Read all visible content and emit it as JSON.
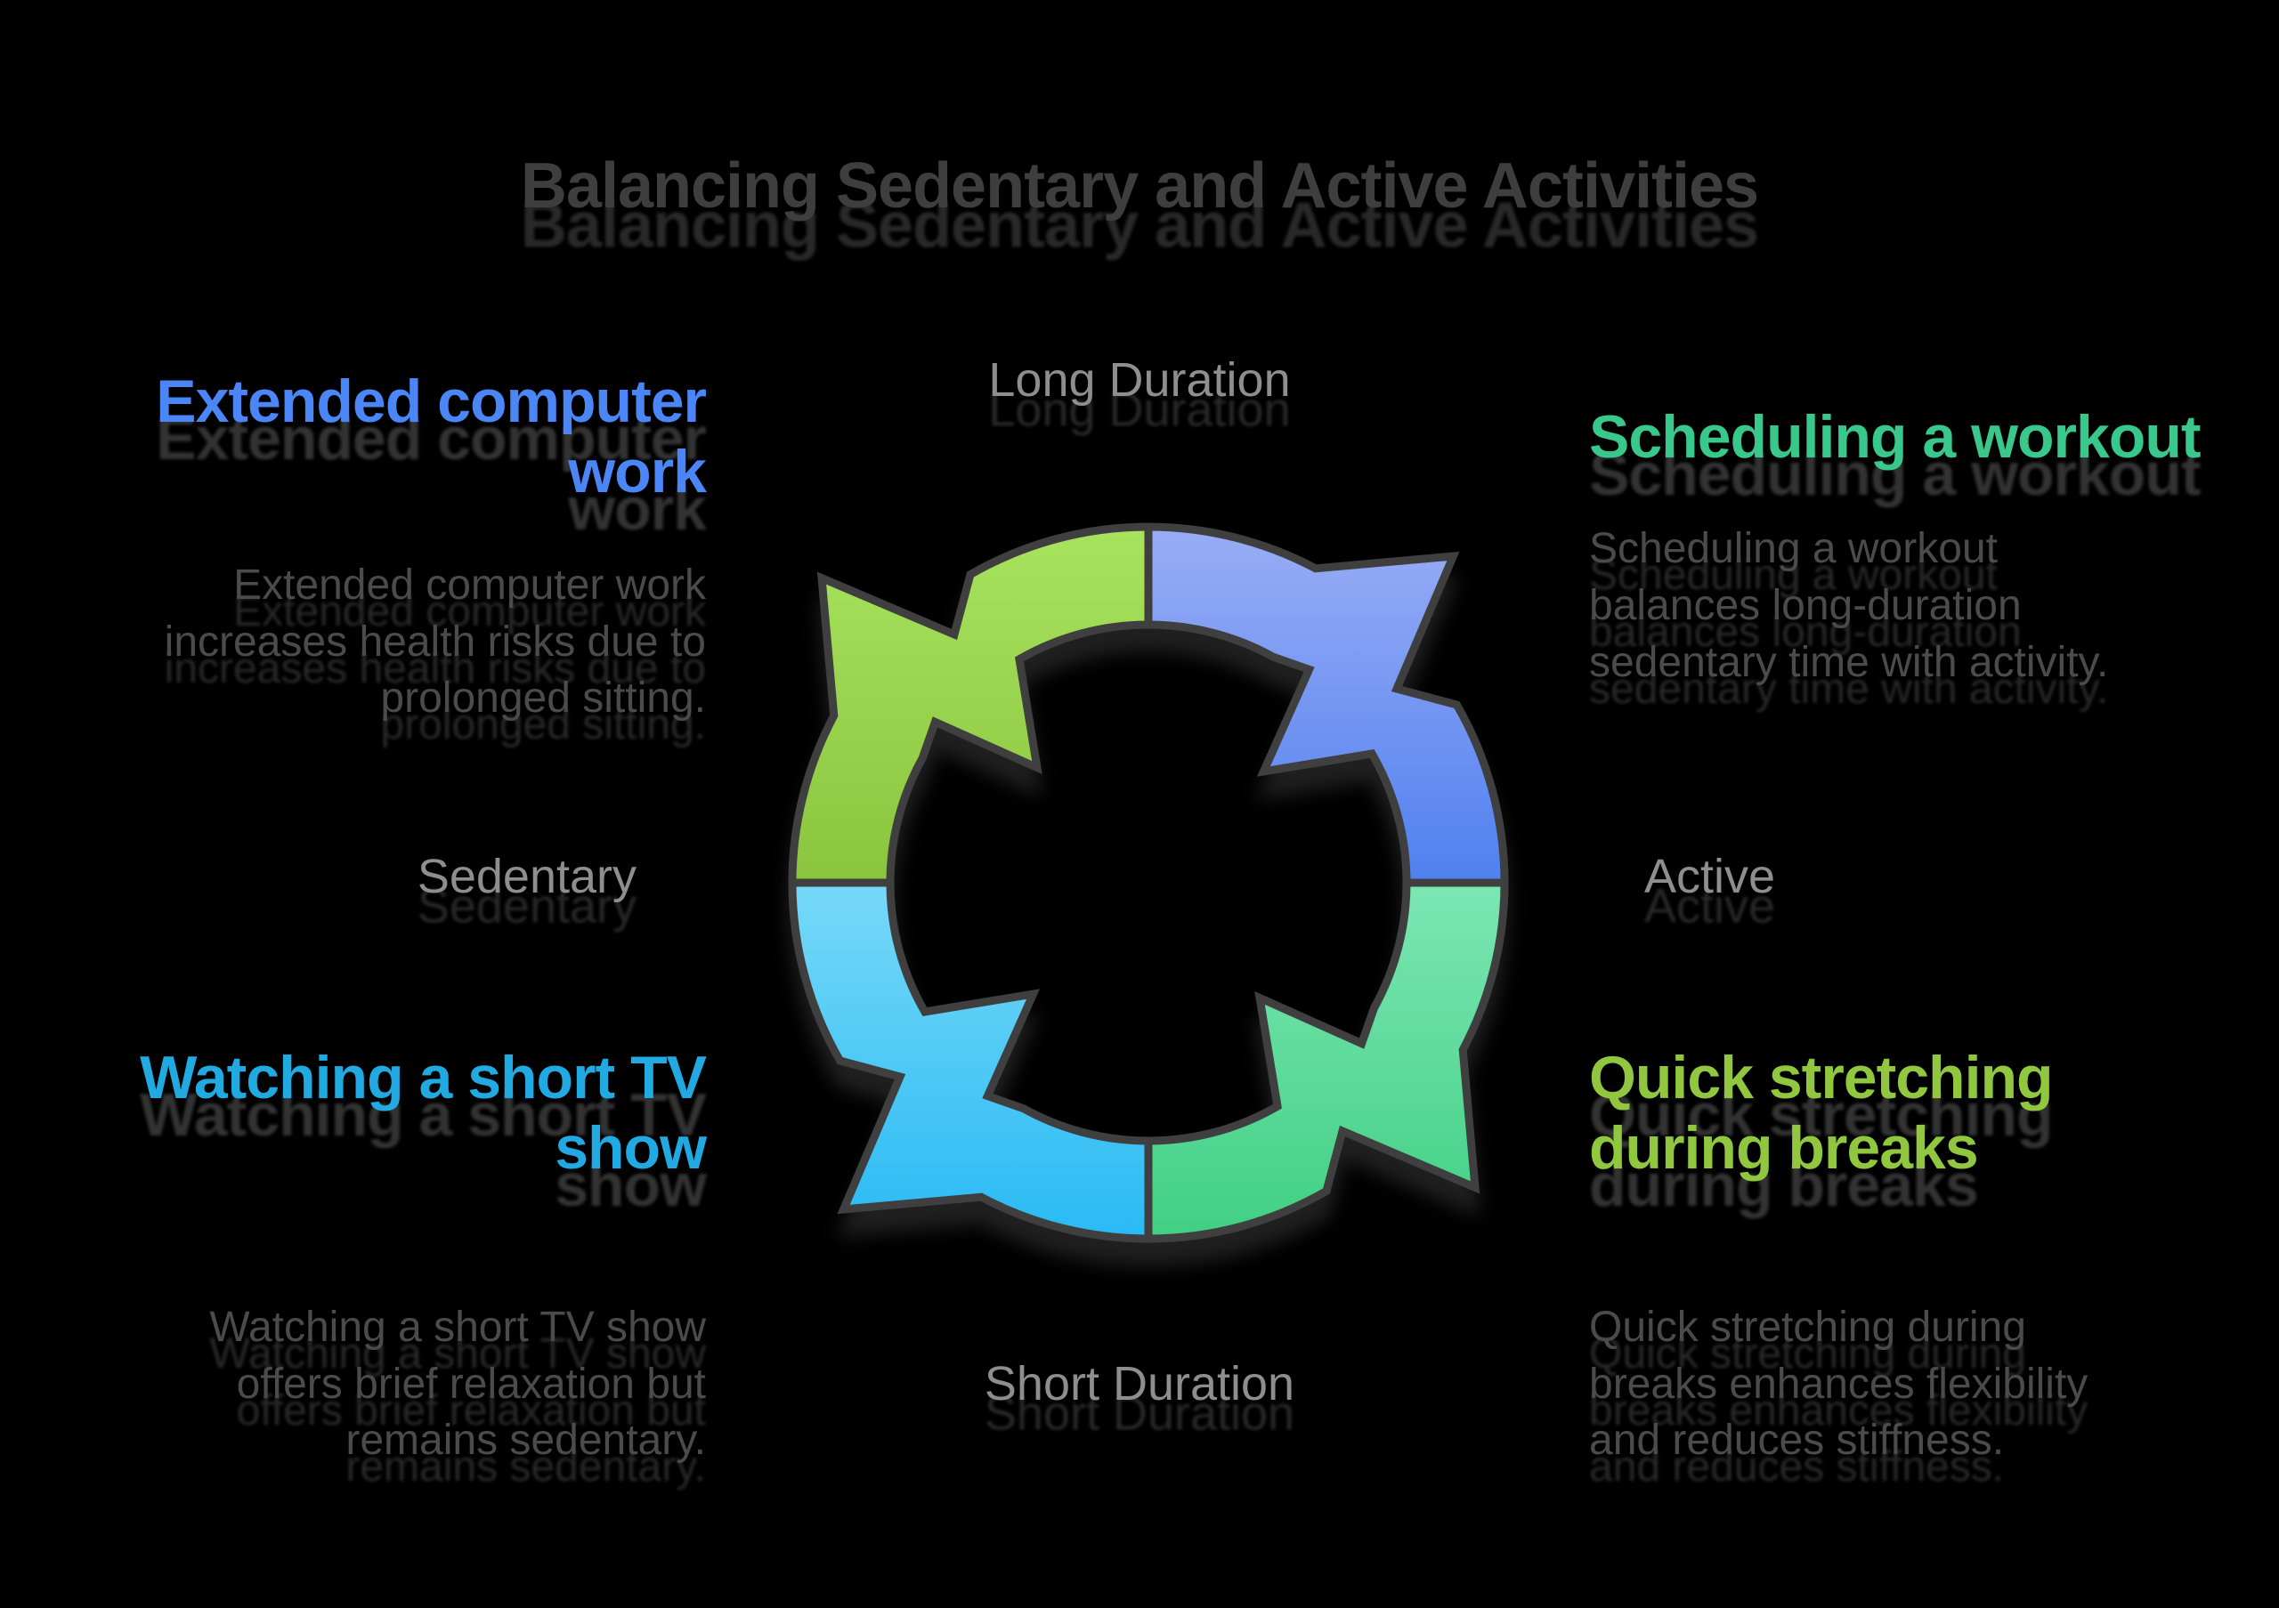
{
  "page": {
    "background": "#000000",
    "body_text_color": "#4B4B4B",
    "label_color": "#8E8E8E"
  },
  "title": {
    "text": "Balancing Sedentary and Active Activities",
    "color": "#3E3E3E"
  },
  "axis_labels": {
    "top": "Long Duration",
    "bottom": "Short Duration",
    "left": "Sedentary",
    "right": "Active"
  },
  "quadrants": {
    "top_left": {
      "heading": "Extended computer\nwork",
      "heading_color": "#4A86F5",
      "body": "Extended computer work\nincreases health risks due to\nprolonged sitting."
    },
    "top_right": {
      "heading": "Scheduling a workout",
      "heading_color": "#38C88B",
      "body": "Scheduling a workout\nbalances long-duration\nsedentary time with activity."
    },
    "bottom_left": {
      "heading": "Watching a short TV\nshow",
      "heading_color": "#21AAE1",
      "body": "Watching a short TV show\noffers brief relaxation but\nremains sedentary."
    },
    "bottom_right": {
      "heading": "Quick stretching\nduring breaks",
      "heading_color": "#90C73E",
      "body": "Quick stretching during\nbreaks enhances flexibility\nand reduces stiffness."
    }
  },
  "cycle": {
    "direction": "clockwise",
    "outline_color": "#3F3F3F",
    "segments": [
      {
        "name": "long-duration-active",
        "position": "top-right",
        "color_top": "#9BAEF5",
        "color_bottom": "#4E7FF0"
      },
      {
        "name": "short-duration-active",
        "position": "bottom-right",
        "color_top": "#7EE7B4",
        "color_bottom": "#3FCF82"
      },
      {
        "name": "short-duration-sedentary",
        "position": "bottom-left",
        "color_top": "#79DAF8",
        "color_bottom": "#27B9F4"
      },
      {
        "name": "long-duration-sedentary",
        "position": "top-left",
        "color_top": "#A9E45F",
        "color_bottom": "#8AC43D"
      }
    ]
  }
}
